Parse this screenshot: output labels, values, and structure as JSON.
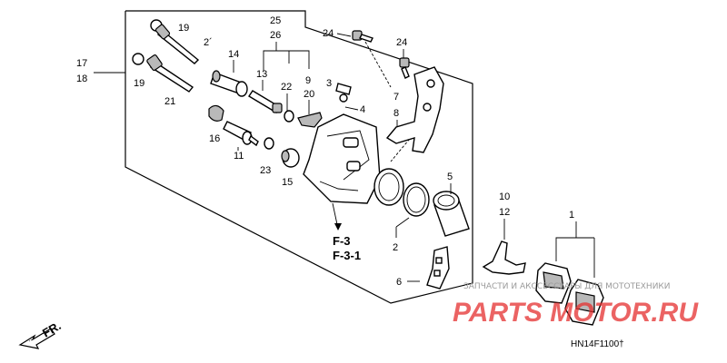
{
  "callouts": {
    "c19a": "19",
    "c19b": "19",
    "c21a": "2´",
    "c21b": "21",
    "c17": "17",
    "c18": "18",
    "c14": "14",
    "c13": "13",
    "c16": "16",
    "c11": "11",
    "c23": "23",
    "c15": "15",
    "c25": "25",
    "c26": "26",
    "c22": "22",
    "c9": "9",
    "c20": "20",
    "c3": "3",
    "c4": "4",
    "c24a": "24",
    "c24b": "24",
    "c7": "7",
    "c8": "8",
    "c5": "5",
    "c2": "2",
    "c10": "10",
    "c12": "12",
    "c1": "1",
    "c6": "6"
  },
  "refs": {
    "f3": "F-3",
    "f31": "F-3-1"
  },
  "fr_label": "FR.",
  "diagram_code": "HN14F1100†",
  "watermark": {
    "subtitle": "ЗАПЧАСТИ И АКССЕССУАРЫ ДЛЯ МОТОТЕХНИКИ",
    "logo": "PARTS MOTOR.RU"
  }
}
